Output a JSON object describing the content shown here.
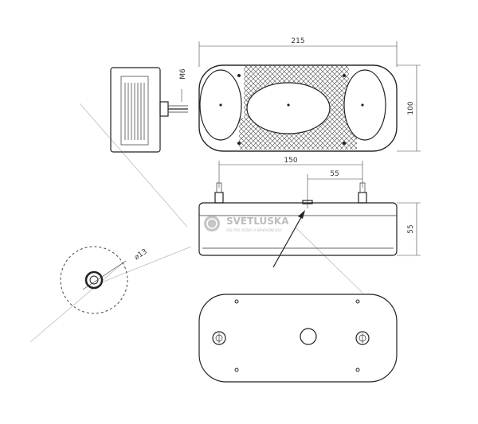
{
  "dimensions": {
    "width": "215",
    "height": "100",
    "thread": "M6",
    "stud_spacing": "150",
    "center_offset": "55",
    "depth": "55",
    "hole_diameter": "⌀13"
  },
  "watermark": {
    "brand": "SVĚTLUŠKA",
    "tagline": "VŠE PRO VOZÍKY A NÁHRADNÍ DÍLY"
  }
}
